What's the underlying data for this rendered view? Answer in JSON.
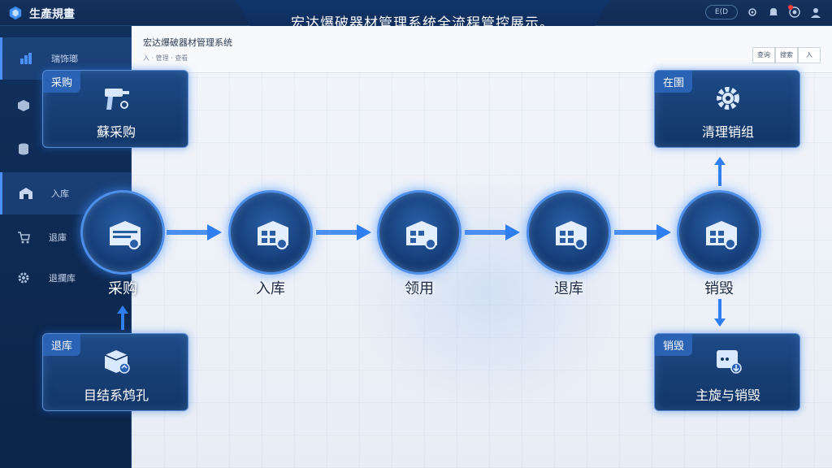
{
  "app": {
    "title": "生產規畫"
  },
  "banner": {
    "title": "宏达爆破器材管理系统全流程管控展示。"
  },
  "topbar": {
    "pill_label": "E(D"
  },
  "sidebar": {
    "items": [
      {
        "label": "瑞饰瑯",
        "icon": "dashboard-icon"
      },
      {
        "label": "",
        "icon": "box-icon"
      },
      {
        "label": "",
        "icon": "database-icon"
      },
      {
        "label": "入库",
        "icon": "warehouse-icon"
      },
      {
        "label": "退庫",
        "icon": "cart-icon"
      },
      {
        "label": "退攔库",
        "icon": "gear-icon"
      }
    ]
  },
  "content": {
    "title": "宏达爆破器材管理系统",
    "subtitle": "入 · 管理 · 查看",
    "buttons": [
      "查询",
      "搜索",
      "入"
    ]
  },
  "cards": {
    "top_left": {
      "tag": "采购",
      "label": "蘇采购",
      "icon": "drill-icon"
    },
    "bottom_left": {
      "tag": "退库",
      "label": "目结系鸩孔",
      "icon": "box-return-icon"
    },
    "top_right": {
      "tag": "在圉",
      "label": "清理销组",
      "icon": "gear-icon"
    },
    "bottom_right": {
      "tag": "销毁",
      "label": "主旋与销毁",
      "icon": "chat-download-icon"
    }
  },
  "flow": {
    "nodes": [
      {
        "label": "采购"
      },
      {
        "label": "入库"
      },
      {
        "label": "领用"
      },
      {
        "label": "退库"
      },
      {
        "label": "销毁"
      }
    ]
  },
  "colors": {
    "accent": "#4a90ff",
    "card_bg": "#1d4a86",
    "arrow": "#2f7ff0"
  }
}
